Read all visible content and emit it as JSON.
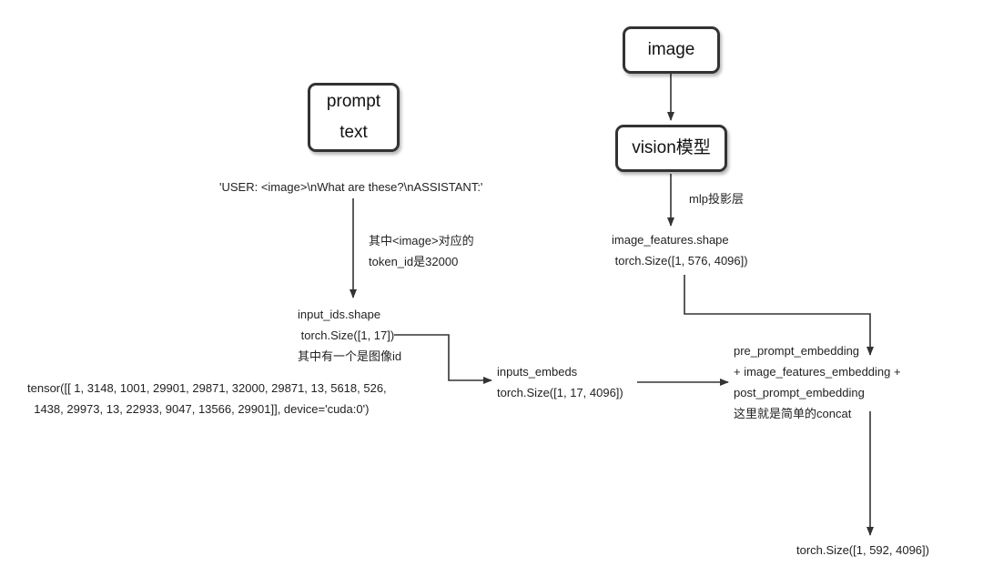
{
  "nodes": {
    "prompt_text": {
      "line1": "prompt",
      "line2": "text"
    },
    "image": {
      "label": "image"
    },
    "vision_model": {
      "label": "vision模型"
    }
  },
  "labels": {
    "prompt_string": "'USER: <image>\\nWhat are these?\\nASSISTANT:'",
    "image_token_note": {
      "line1": "其中<image>对应的",
      "line2": "token_id是32000"
    },
    "input_ids": {
      "line1": "input_ids.shape",
      "line2": " torch.Size([1, 17])",
      "line3": "其中有一个是图像id"
    },
    "tensor": {
      "line1": "tensor([[ 1, 3148, 1001, 29901, 29871, 32000, 29871, 13, 5618, 526,",
      "line2": "  1438, 29973, 13, 22933, 9047, 13566, 29901]], device='cuda:0')"
    },
    "mlp": "mlp投影层",
    "image_features": {
      "line1": "image_features.shape",
      "line2": " torch.Size([1, 576, 4096])"
    },
    "inputs_embeds": {
      "line1": "inputs_embeds",
      "line2": "torch.Size([1, 17, 4096])"
    },
    "concat": {
      "line1": "pre_prompt_embedding",
      "line2": "+ image_features_embedding +",
      "line3": "post_prompt_embedding",
      "line4": "这里就是简单的concat"
    },
    "output": "torch.Size([1, 592, 4096])"
  }
}
